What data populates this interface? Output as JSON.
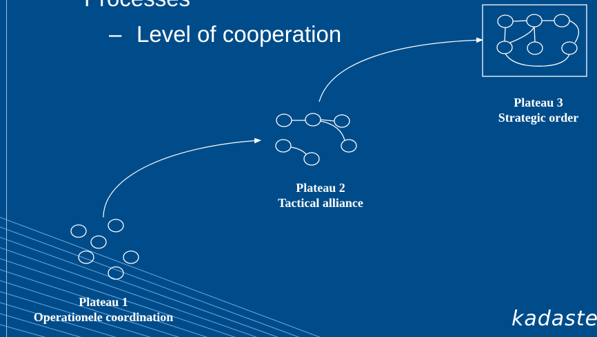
{
  "slide": {
    "bullet_level1": "Processes",
    "bullet_level2_dash": "–",
    "bullet_level2": "Level of cooperation"
  },
  "plateaus": [
    {
      "name": "Plateau 1",
      "description": "Operationele coordination"
    },
    {
      "name": "Plateau 2",
      "description": "Tactical alliance"
    },
    {
      "name": "Plateau 3",
      "description": "Strategic order"
    }
  ],
  "logo": {
    "text": "kadaster"
  },
  "colors": {
    "background": "#004c8a",
    "foreground": "#ffffff",
    "stripe": "#6fa8dc"
  }
}
